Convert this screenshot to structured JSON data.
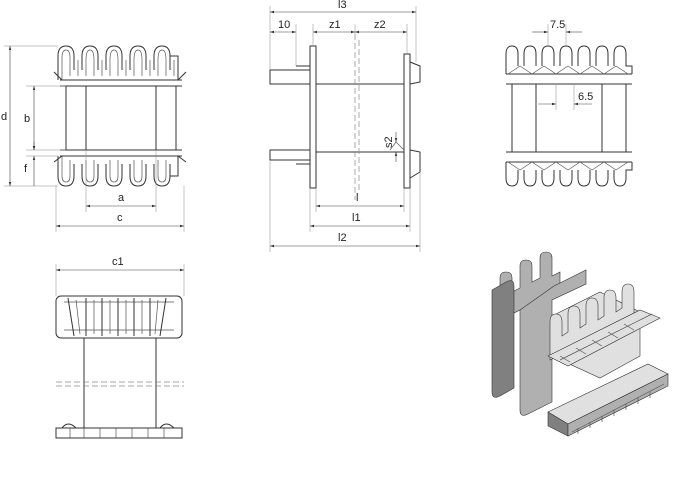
{
  "front_view": {
    "labels": {
      "a": "a",
      "b": "b",
      "c": "c",
      "d": "d",
      "f": "f"
    }
  },
  "side_view": {
    "labels": {
      "l3": "l3",
      "dim_10": "10",
      "z1": "z1",
      "z2": "z2",
      "s2": "s2",
      "l": "l",
      "l1": "l1",
      "l2": "l2"
    }
  },
  "right_view": {
    "labels": {
      "dim_7_5": "7.5",
      "dim_6_5": "6.5"
    }
  },
  "bottom_view": {
    "labels": {
      "c1": "c1"
    }
  },
  "colors": {
    "line": "#333333",
    "iso_dark": "#808080",
    "iso_mid": "#b0b0b0",
    "iso_light": "#e0e0e0"
  }
}
